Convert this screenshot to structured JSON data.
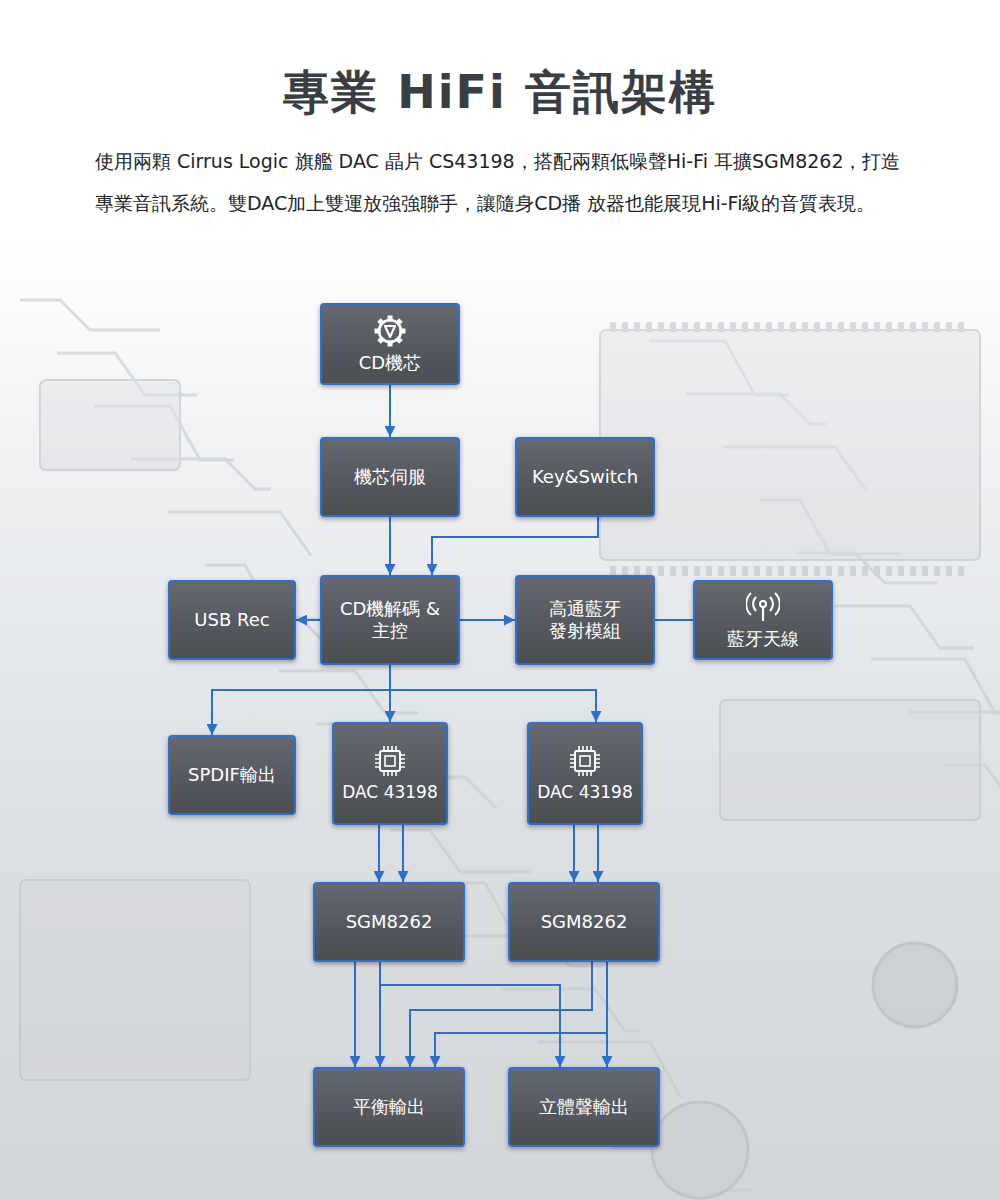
{
  "diagram": {
    "title": "專業 HiFi 音訊架構",
    "nodes": [
      {
        "text": [
          "CD機芯"
        ]
      },
      {
        "text": [
          "機芯伺服"
        ]
      },
      {
        "text": [
          "Key&Switch"
        ]
      },
      {
        "text": [
          "USB Rec"
        ]
      },
      {
        "text": [
          "CD機解碼 &主控"
        ]
      },
      {
        "text": [
          "高通藍牙 發射模組"
        ]
      },
      {
        "text": [
          "藍牙天線"
        ]
      },
      {
        "text": [
          "SPDIF輸出"
        ]
      },
      {
        "text": [
          "DAC 43198"
        ]
      },
      {
        "text": [
          "DAC 43198"
        ]
      },
      {
        "text": [
          "SGM8262"
        ]
      },
      {
        "text": [
          "SGM8262"
        ]
      },
      {
        "text": [
          "平衡輸出"
        ]
      },
      {
        "text": [
          "立體聲輸出"
        ]
      }
    ],
    "edges": [
      {
        "from": 0,
        "to": 1,
        "arrow": "to"
      },
      {
        "from": 1,
        "to": 4,
        "arrow": "to"
      },
      {
        "from": 2,
        "to": 4,
        "arrow": "to"
      },
      {
        "from": 4,
        "to": 3,
        "arrow": "to"
      },
      {
        "from": 4,
        "to": 5,
        "arrow": "to"
      },
      {
        "from": 5,
        "to": 6,
        "arrow": "none"
      },
      {
        "from": 4,
        "to": 7,
        "arrow": "to"
      },
      {
        "from": 4,
        "to": 8,
        "arrow": "to"
      },
      {
        "from": 4,
        "to": 9,
        "arrow": "to"
      },
      {
        "from": 8,
        "to": 10,
        "arrow": "to"
      },
      {
        "from": 8,
        "to": 10,
        "arrow": "to"
      },
      {
        "from": 9,
        "to": 11,
        "arrow": "to"
      },
      {
        "from": 9,
        "to": 11,
        "arrow": "to"
      },
      {
        "from": 10,
        "to": 12,
        "arrow": "to"
      },
      {
        "from": 10,
        "to": 12,
        "arrow": "to"
      },
      {
        "from": 10,
        "to": 13,
        "arrow": "to"
      },
      {
        "from": 11,
        "to": 12,
        "arrow": "to"
      },
      {
        "from": 11,
        "to": 12,
        "arrow": "to"
      },
      {
        "from": 11,
        "to": 13,
        "arrow": "to"
      }
    ],
    "labels": [
      "使用兩顆 Cirrus Logic 旗艦 DAC 晶片 CS43198，搭配兩顆低噪聲Hi-Fi 耳擴SGM8262，打造專業音訊系統。雙DAC加上雙運放強強聯手，讓隨身CD播 放器也能展現Hi-Fi級的音質表現。"
    ]
  }
}
